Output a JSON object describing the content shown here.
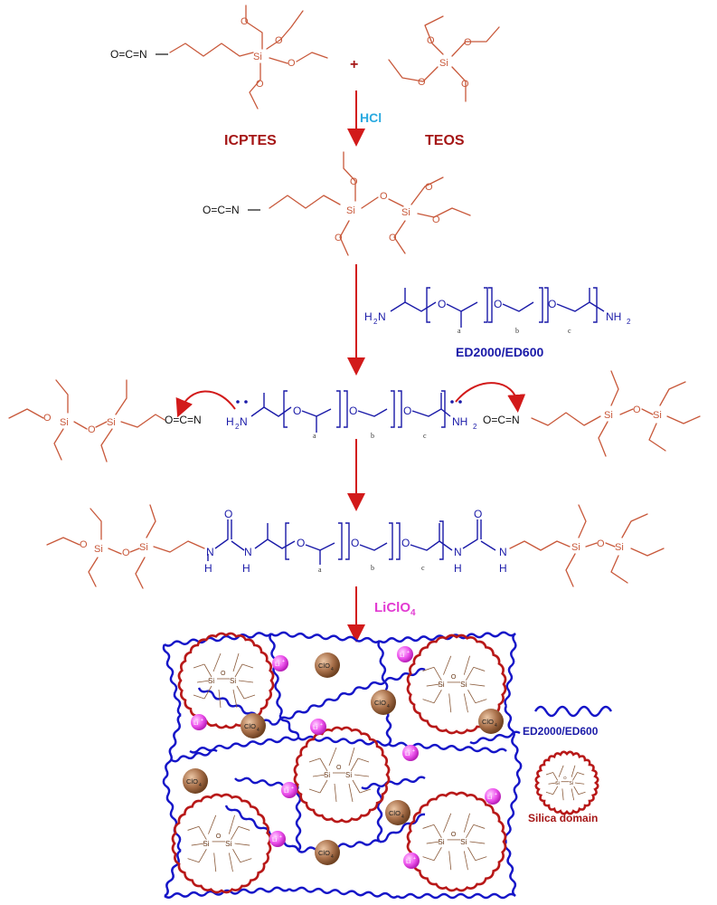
{
  "reactants": {
    "icptes": "ICPTES",
    "teos": "TEOS",
    "plus": "+",
    "catalyst": "HCl",
    "isocyanate": "O=C=N",
    "si": "Si",
    "o": "O"
  },
  "amine": {
    "label": "ED2000/ED600",
    "nh2": "NH",
    "nh2_sub": "2",
    "h2n": "H",
    "h2n_sub": "2",
    "h2n_n": "N",
    "a": "a",
    "b": "b",
    "c": "c"
  },
  "urea": {
    "nh": "H",
    "n": "N",
    "o": "O"
  },
  "salt": {
    "label": "LiClO",
    "label_sub": "4"
  },
  "legend": {
    "chain_label": "ED2000/ED600",
    "domain_label": "Silica domain"
  },
  "ions": {
    "li": "Li",
    "li_sup": "+",
    "clo4": "ClO",
    "clo4_sub": "4"
  },
  "colors": {
    "silane": "#c8583a",
    "polymer": "#1a1aa8",
    "arrow": "#d21a1a",
    "domain": "#b81818",
    "li_ion": "#ee55ee",
    "clo4_ion": "#a8704a"
  }
}
